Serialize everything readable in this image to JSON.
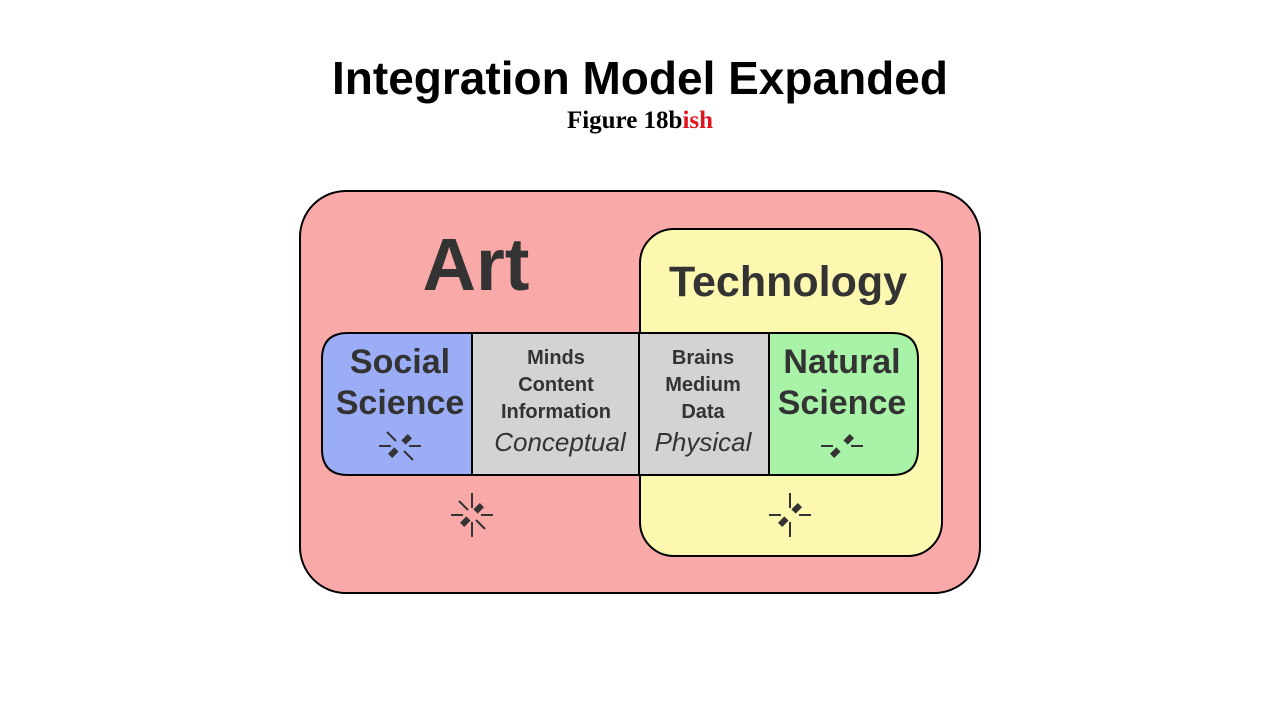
{
  "header": {
    "title": "Integration Model Expanded",
    "subtitle_main": "Figure 18b",
    "subtitle_accent": "ish"
  },
  "colors": {
    "art": "#f9aaa8",
    "technology": "#fdf8b0",
    "social_science": "#9badf6",
    "middle": "#d3d3d3",
    "natural_science": "#a8f3a8",
    "subtitle_accent": "#e0141e",
    "text": "#333333"
  },
  "diagram": {
    "art_label": "Art",
    "technology_label": "Technology",
    "social_science": {
      "line1": "Social",
      "line2": "Science"
    },
    "natural_science": {
      "line1": "Natural",
      "line2": "Science"
    },
    "conceptual_column": {
      "items": [
        "Minds",
        "Content",
        "Information"
      ],
      "caption": "Conceptual"
    },
    "physical_column": {
      "items": [
        "Brains",
        "Medium",
        "Data"
      ],
      "caption": "Physical"
    },
    "icons": [
      "integration-symbol-icon",
      "integration-symbol-icon",
      "integration-symbol-icon",
      "integration-symbol-icon"
    ]
  }
}
